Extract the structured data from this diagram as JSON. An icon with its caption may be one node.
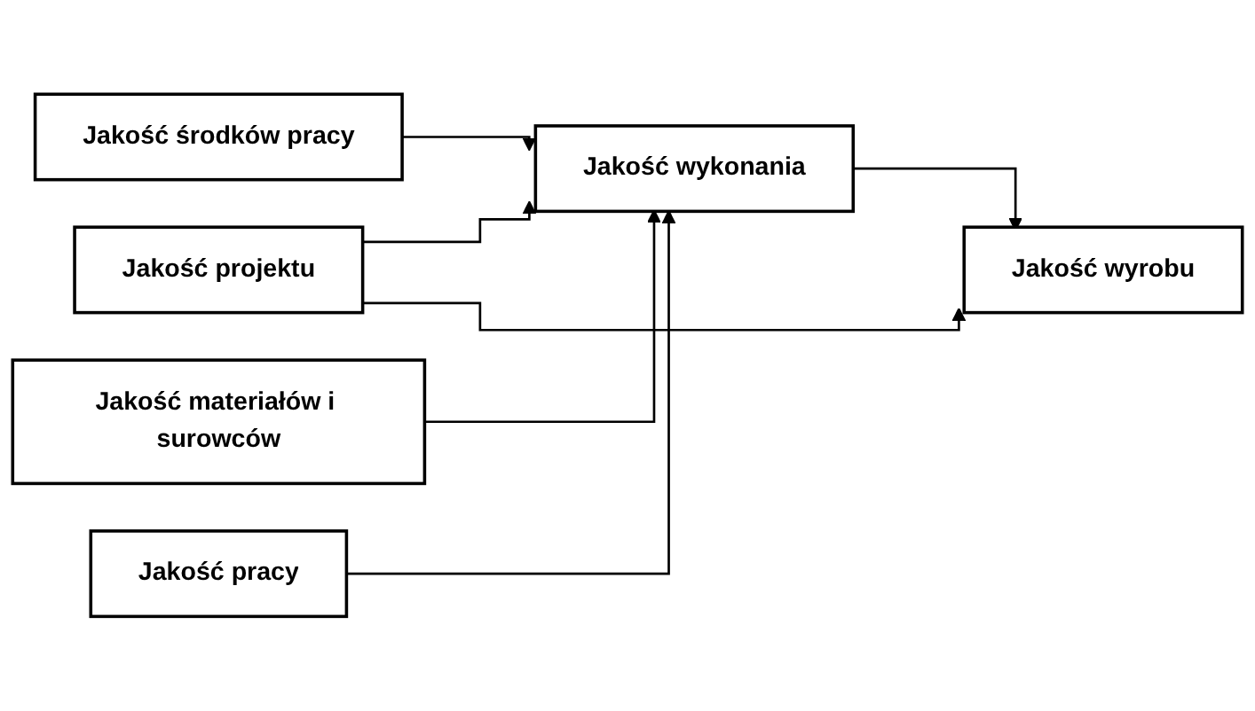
{
  "diagram": {
    "nodes": [
      {
        "text": [
          "Jakość projektu"
        ]
      },
      {
        "text": [
          "Jakość środków pracy"
        ]
      },
      {
        "text": [
          "Jakość materiałów i surowców"
        ]
      },
      {
        "text": [
          "Jakość pracy"
        ]
      },
      {
        "text": [
          "Jakość wykonania"
        ]
      },
      {
        "text": [
          "Jakość wyrobu"
        ]
      }
    ],
    "edges": [
      {
        "from": 0,
        "to": 4,
        "arrow": "to"
      },
      {
        "from": 1,
        "to": 4,
        "arrow": "to"
      },
      {
        "from": 2,
        "to": 4,
        "arrow": "to"
      },
      {
        "from": 3,
        "to": 4,
        "arrow": "to"
      },
      {
        "from": 4,
        "to": 5,
        "arrow": "to"
      },
      {
        "from": 0,
        "to": 5,
        "arrow": "to"
      }
    ]
  }
}
